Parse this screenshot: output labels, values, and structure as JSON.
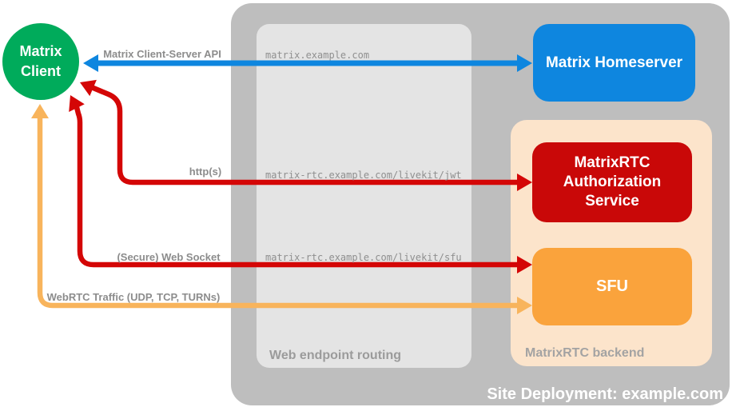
{
  "containers": {
    "site_deployment": {
      "label": "Site Deployment: example.com"
    },
    "web_endpoint_routing": {
      "label": "Web endpoint routing"
    },
    "matrixrtc_backend": {
      "label": "MatrixRTC backend"
    }
  },
  "nodes": {
    "matrix_client": {
      "label": "Matrix Client"
    },
    "matrix_homeserver": {
      "label": "Matrix Homeserver"
    },
    "matrixrtc_auth_service": {
      "label": "MatrixRTC Authorization Service"
    },
    "sfu": {
      "label": "SFU"
    }
  },
  "endpoints": [
    {
      "host": "matrix.example.com"
    },
    {
      "host": "matrix-rtc.example.com/livekit/jwt"
    },
    {
      "host": "matrix-rtc.example.com/livekit/sfu"
    }
  ],
  "connections": [
    {
      "label": "Matrix Client-Server API",
      "from": "Matrix Client",
      "to": "Matrix Homeserver",
      "via": "matrix.example.com",
      "bidirectional": true,
      "color": "#0e86df"
    },
    {
      "label": "http(s)",
      "from": "Matrix Client",
      "to": "MatrixRTC Authorization Service",
      "via": "matrix-rtc.example.com/livekit/jwt",
      "bidirectional": true,
      "color": "#d40606"
    },
    {
      "label": "(Secure) Web Socket",
      "from": "Matrix Client",
      "to": "SFU",
      "via": "matrix-rtc.example.com/livekit/sfu",
      "bidirectional": true,
      "color": "#d40606"
    },
    {
      "label": "WebRTC Traffic (UDP, TCP, TURNs)",
      "from": "Matrix Client",
      "to": "SFU",
      "bidirectional": true,
      "color": "#f8b45c"
    }
  ],
  "colors": {
    "client_green": "#00ab5b",
    "homeserver_blue": "#0e86df",
    "auth_red": "#c90808",
    "sfu_orange": "#faa33c",
    "arrow_red": "#d40606",
    "arrow_orange": "#f8b45c",
    "outer_gray": "#bebebe",
    "inner_gray": "#e4e4e4",
    "backend_peach": "#fce4cb",
    "label_gray": "#8c8c8c"
  }
}
